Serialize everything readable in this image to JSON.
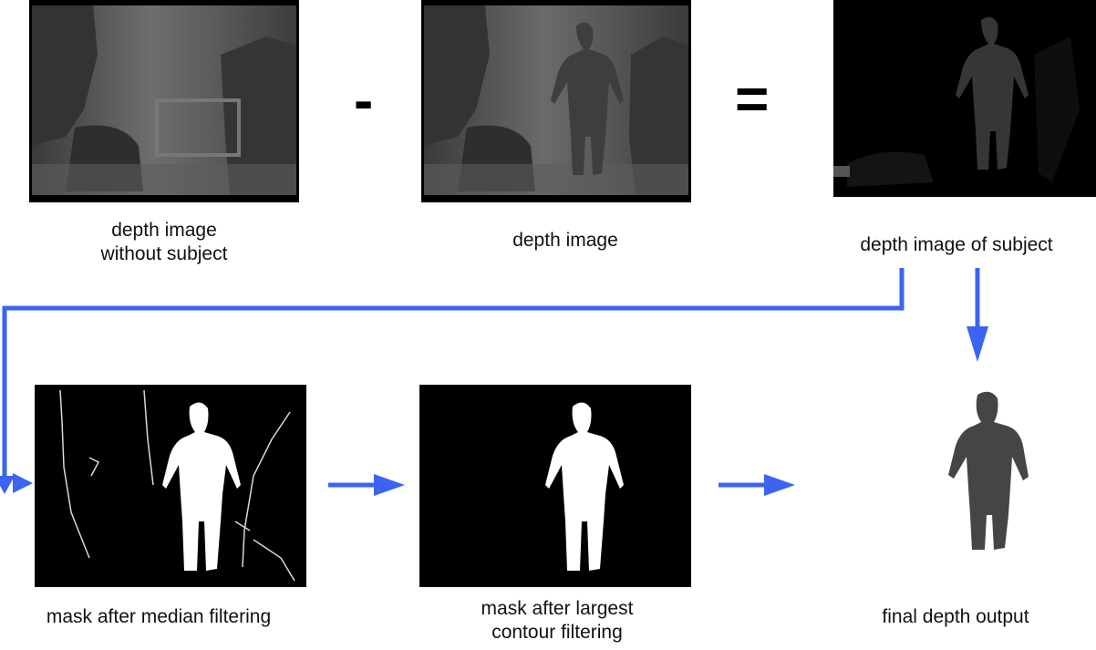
{
  "captions": {
    "depth_without_subject_line1": "depth image",
    "depth_without_subject_line2": "without subject",
    "depth_image": "depth image",
    "depth_of_subject": "depth image of subject",
    "mask_median": "mask after median filtering",
    "mask_contour_line1": "mask after largest",
    "mask_contour_line2": "contour filtering",
    "final_output": "final depth output"
  },
  "operators": {
    "minus": "-",
    "equals": "="
  },
  "colors": {
    "arrow": "#3b64f2",
    "mask_black": "#000000",
    "mask_white": "#ffffff"
  }
}
